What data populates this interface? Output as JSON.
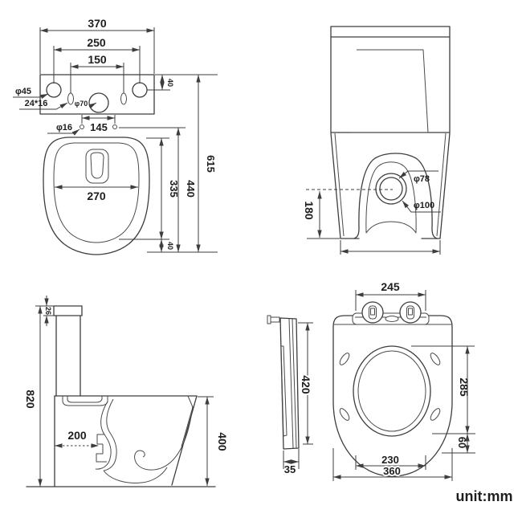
{
  "footer": {
    "unit_label": "unit:mm"
  },
  "plan_view": {
    "dim_width": "370",
    "dim_hole_spacing": "250",
    "dim_slot_spacing": "150",
    "label_side_hole": "φ45",
    "label_slot": "24*16",
    "label_center_hole": "φ70",
    "label_fix_hole": "φ16",
    "dim_fix_hole_spacing": "145",
    "dim_top_offset": "40",
    "dim_bowl_width": "270",
    "dim_bowl_length": "335",
    "dim_bowl_total_length": "440",
    "dim_overall_length": "615",
    "dim_bottom_offset": "40"
  },
  "front_view": {
    "dim_outlet_height": "180",
    "label_outlet_inner": "φ78",
    "label_outlet_outer": "φ100"
  },
  "side_view": {
    "dim_lid_thickness": "26",
    "dim_overall_height": "820",
    "dim_rough_in": "200",
    "dim_bowl_height": "400"
  },
  "seat_view": {
    "dim_hinge_spacing": "245",
    "dim_seat_length": "420",
    "dim_seat_thickness": "35",
    "dim_opening_length": "285",
    "dim_front_margin": "60",
    "dim_opening_width": "230",
    "dim_seat_width": "360"
  }
}
